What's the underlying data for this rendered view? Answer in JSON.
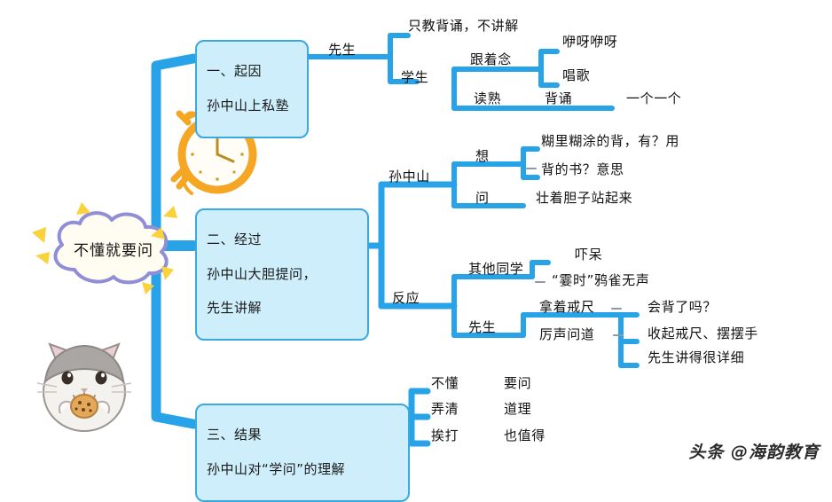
{
  "center": {
    "label": "不懂就要问",
    "cloud_stroke": "#8f8ed6",
    "cloud_fill": "#fffdf2",
    "spark_color": "#f9d23c"
  },
  "theme": {
    "branch_fill": "#cdeefa",
    "branch_stroke": "#3aa9e0",
    "connector": "#29a3e8",
    "leaf_rule": "#2a9ce0",
    "text": "#111111",
    "clock_color": "#f5a623"
  },
  "branches": [
    {
      "id": "cause",
      "line1": "一、起因",
      "line2": "孙中山上私塾",
      "nodes": [
        {
          "label": "先生",
          "leaves": [
            "只教背诵，不讲解"
          ]
        },
        {
          "label": "学生",
          "children": [
            {
              "label": "跟着念",
              "leaves": [
                "咿呀咿呀",
                "唱歌"
              ]
            },
            {
              "label": "读熟",
              "sublabel": "背诵",
              "leaves": [
                "一个一个"
              ]
            }
          ]
        }
      ]
    },
    {
      "id": "process",
      "line1": "二、经过",
      "line2": "孙中山大胆提问，",
      "line3": "先生讲解",
      "nodes": [
        {
          "label": "孙中山",
          "children": [
            {
              "label": "想",
              "leaves": [
                "糊里糊涂的背，有？用",
                "背的书？意思"
              ]
            },
            {
              "label": "问",
              "leaves": [
                "壮着胆子站起来"
              ]
            }
          ]
        },
        {
          "label": "反应",
          "children": [
            {
              "label": "其他同学",
              "leaves": [
                "吓呆",
                "“霎时”鸦雀无声"
              ]
            },
            {
              "label": "先生",
              "sublabel1": "拿着戒尺",
              "sublabel2": "厉声问道",
              "leaves": [
                "会背了吗？",
                "收起戒尺、摆摆手",
                "先生讲得很详细"
              ]
            }
          ]
        }
      ]
    },
    {
      "id": "result",
      "line1": "三、结果",
      "line2": "孙中山对“学问”的理解",
      "pairs": [
        {
          "left": "不懂",
          "right": "要问"
        },
        {
          "left": "弄清",
          "right": "道理"
        },
        {
          "left": "挨打",
          "right": "也值得"
        }
      ]
    }
  ],
  "decor": {
    "clock": "alarm-clock-illustration",
    "hamster": "hamster-with-cookie-illustration"
  },
  "watermark": "头条 @海韵教育"
}
